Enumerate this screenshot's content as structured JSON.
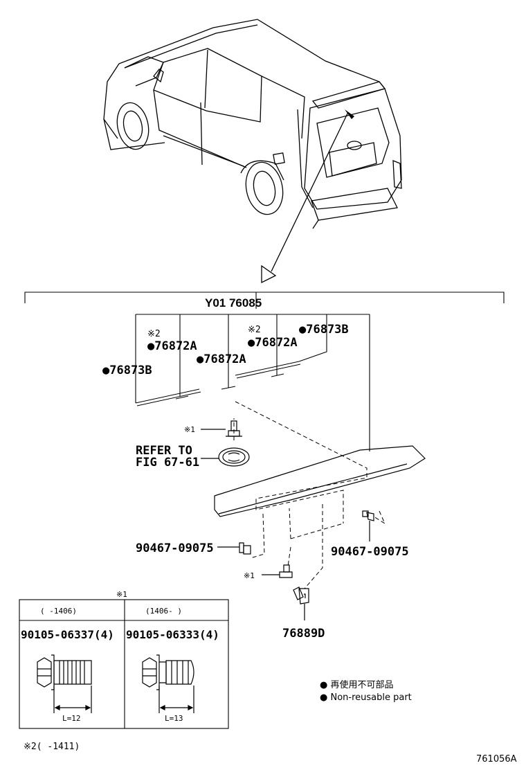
{
  "assembly": {
    "part_number": "Y01 76085"
  },
  "labels": {
    "p76873b_left": "●76873B",
    "p76873b_right": "●76873B",
    "p76872a_1": "●76872A",
    "p76872a_2": "●76872A",
    "p76872a_3": "●76872A",
    "mark2_a": "※2",
    "mark2_b": "※2",
    "mark1_a": "※1",
    "mark1_b": "※1",
    "refer_line1": "REFER TO",
    "refer_line2": "FIG 67-61",
    "bolt_left": "90467-09075",
    "bolt_right": "90467-09075",
    "clip": "76889D"
  },
  "table": {
    "note_mark": "※1",
    "col1_header": "(    -1406)",
    "col2_header": "(1406-    )",
    "col1_part": "90105-06337(4)",
    "col2_part": "90105-06333(4)",
    "col1_length": "L=12",
    "col2_length": "L=13"
  },
  "footnote": "※2(    -1411)",
  "legend": {
    "line1": "● 再使用不可部品",
    "line2": "● Non-reusable part"
  },
  "figure_id": "761056A"
}
